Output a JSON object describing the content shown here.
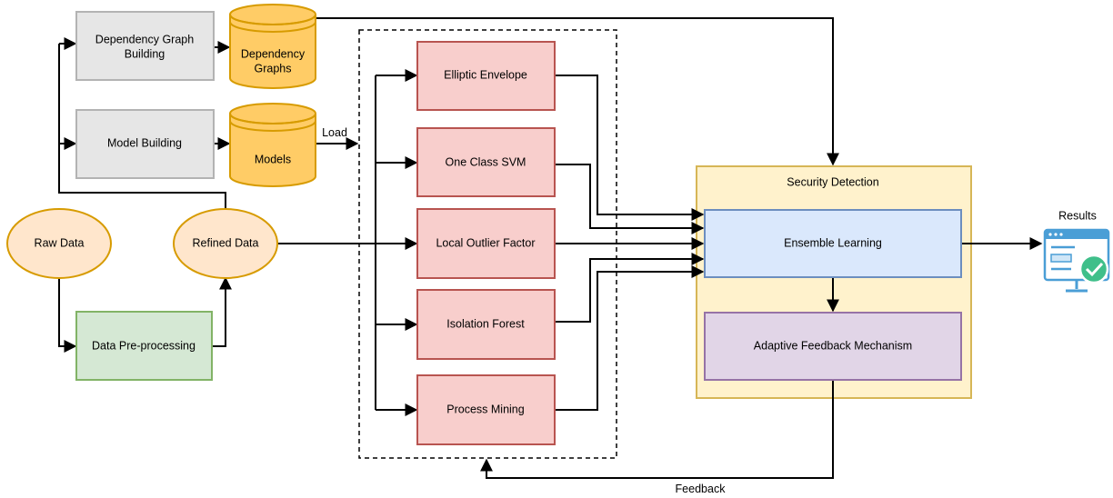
{
  "nodes": {
    "raw_data": "Raw Data",
    "refined_data": "Refined Data",
    "data_preprocessing": "Data Pre-processing",
    "dependency_graph_building_line1": "Dependency Graph",
    "dependency_graph_building_line2": "Building",
    "model_building": "Model Building",
    "dependency_graphs_line1": "Dependency",
    "dependency_graphs_line2": "Graphs",
    "models": "Models",
    "elliptic_envelope": "Elliptic Envelope",
    "one_class_svm": "One Class SVM",
    "local_outlier_factor": "Local Outlier Factor",
    "isolation_forest": "Isolation Forest",
    "process_mining": "Process Mining",
    "security_detection": "Security Detection",
    "ensemble_learning": "Ensemble Learning",
    "adaptive_feedback": "Adaptive Feedback Mechanism",
    "results": "Results"
  },
  "edge_labels": {
    "load": "Load",
    "feedback": "Feedback"
  },
  "colors": {
    "ellipse_fill": "#ffe6cc",
    "ellipse_stroke": "#d79b00",
    "green_fill": "#d5e8d4",
    "green_stroke": "#82b366",
    "gray_fill": "#e6e6e6",
    "gray_stroke": "#b3b3b3",
    "cylinder_fill": "#ffcc66",
    "cylinder_stroke": "#d79b00",
    "red_fill": "#f8cecc",
    "red_stroke": "#b85450",
    "yellow_fill": "#fff2cc",
    "yellow_stroke": "#d6b656",
    "blue_fill": "#dae8fc",
    "blue_stroke": "#6c8ebf",
    "purple_fill": "#e1d5e7",
    "purple_stroke": "#9673a6",
    "icon_primary": "#4a9ed6",
    "icon_check": "#3fbf8a"
  }
}
